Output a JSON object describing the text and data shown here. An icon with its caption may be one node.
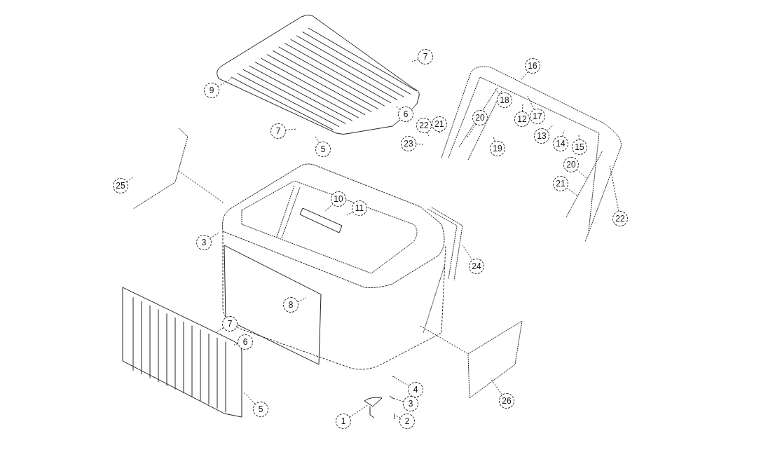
{
  "diagram": {
    "nodes": [
      {
        "text": [
          "7"
        ]
      },
      {
        "text": [
          "9"
        ]
      },
      {
        "text": [
          "6"
        ]
      },
      {
        "text": [
          "7"
        ]
      },
      {
        "text": [
          "5"
        ]
      },
      {
        "text": [
          "16"
        ]
      },
      {
        "text": [
          "18"
        ]
      },
      {
        "text": [
          "12"
        ]
      },
      {
        "text": [
          "17"
        ]
      },
      {
        "text": [
          "20"
        ]
      },
      {
        "text": [
          "21"
        ]
      },
      {
        "text": [
          "22"
        ]
      },
      {
        "text": [
          "23"
        ]
      },
      {
        "text": [
          "19"
        ]
      },
      {
        "text": [
          "13"
        ]
      },
      {
        "text": [
          "14"
        ]
      },
      {
        "text": [
          "15"
        ]
      },
      {
        "text": [
          "20"
        ]
      },
      {
        "text": [
          "21"
        ]
      },
      {
        "text": [
          "22"
        ]
      },
      {
        "text": [
          "25"
        ]
      },
      {
        "text": [
          "3"
        ]
      },
      {
        "text": [
          "10"
        ]
      },
      {
        "text": [
          "11"
        ]
      },
      {
        "text": [
          "24"
        ]
      },
      {
        "text": [
          "8"
        ]
      },
      {
        "text": [
          "7"
        ]
      },
      {
        "text": [
          "6"
        ]
      },
      {
        "text": [
          "5"
        ]
      },
      {
        "text": [
          "4"
        ]
      },
      {
        "text": [
          "3"
        ]
      },
      {
        "text": [
          "1"
        ]
      },
      {
        "text": [
          "2"
        ]
      },
      {
        "text": [
          "26"
        ]
      }
    ],
    "edges": [
      {
        "from": 0,
        "to": null,
        "arrow": "none"
      },
      {
        "from": 1,
        "to": null,
        "arrow": "none"
      },
      {
        "from": 2,
        "to": null,
        "arrow": "none"
      },
      {
        "from": 3,
        "to": null,
        "arrow": "none"
      },
      {
        "from": 4,
        "to": null,
        "arrow": "none"
      },
      {
        "from": 5,
        "to": null,
        "arrow": "none"
      },
      {
        "from": 6,
        "to": null,
        "arrow": "none"
      },
      {
        "from": 7,
        "to": null,
        "arrow": "none"
      },
      {
        "from": 8,
        "to": null,
        "arrow": "none"
      },
      {
        "from": 9,
        "to": null,
        "arrow": "none"
      },
      {
        "from": 10,
        "to": null,
        "arrow": "none"
      },
      {
        "from": 11,
        "to": null,
        "arrow": "none"
      },
      {
        "from": 12,
        "to": null,
        "arrow": "none"
      },
      {
        "from": 13,
        "to": null,
        "arrow": "none"
      },
      {
        "from": 14,
        "to": null,
        "arrow": "none"
      },
      {
        "from": 15,
        "to": null,
        "arrow": "none"
      },
      {
        "from": 16,
        "to": null,
        "arrow": "none"
      },
      {
        "from": 17,
        "to": null,
        "arrow": "none"
      },
      {
        "from": 18,
        "to": null,
        "arrow": "none"
      },
      {
        "from": 19,
        "to": null,
        "arrow": "none"
      },
      {
        "from": 20,
        "to": null,
        "arrow": "none"
      },
      {
        "from": 21,
        "to": null,
        "arrow": "none"
      },
      {
        "from": 22,
        "to": null,
        "arrow": "none"
      },
      {
        "from": 23,
        "to": null,
        "arrow": "none"
      },
      {
        "from": 24,
        "to": null,
        "arrow": "none"
      },
      {
        "from": 25,
        "to": null,
        "arrow": "none"
      },
      {
        "from": 26,
        "to": null,
        "arrow": "none"
      },
      {
        "from": 27,
        "to": null,
        "arrow": "none"
      },
      {
        "from": 28,
        "to": null,
        "arrow": "none"
      },
      {
        "from": 29,
        "to": null,
        "arrow": "none"
      },
      {
        "from": 30,
        "to": null,
        "arrow": "none"
      },
      {
        "from": 31,
        "to": null,
        "arrow": "none"
      },
      {
        "from": 32,
        "to": null,
        "arrow": "none"
      },
      {
        "from": 33,
        "to": null,
        "arrow": "none"
      }
    ]
  }
}
